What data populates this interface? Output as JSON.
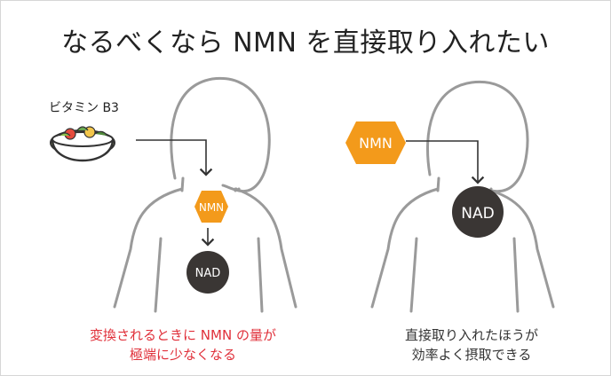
{
  "title": "なるべくなら NMN を直接取り入れたい",
  "left": {
    "vitamin_label": "ビタミン B3",
    "nmn_label": "NMN",
    "nad_label": "NAD",
    "caption_line1": "変換されるときに NMN の量が",
    "caption_line2": "極端に少なくなる"
  },
  "right": {
    "nmn_label": "NMN",
    "nad_label": "NAD",
    "caption_line1": "直接取り入れたほうが",
    "caption_line2": "効率よく摂取できる"
  },
  "colors": {
    "accent_orange": "#f39a1b",
    "nad_dark": "#3a3634",
    "outline_gray": "#9a9a9a",
    "caption_red": "#e0303a"
  }
}
